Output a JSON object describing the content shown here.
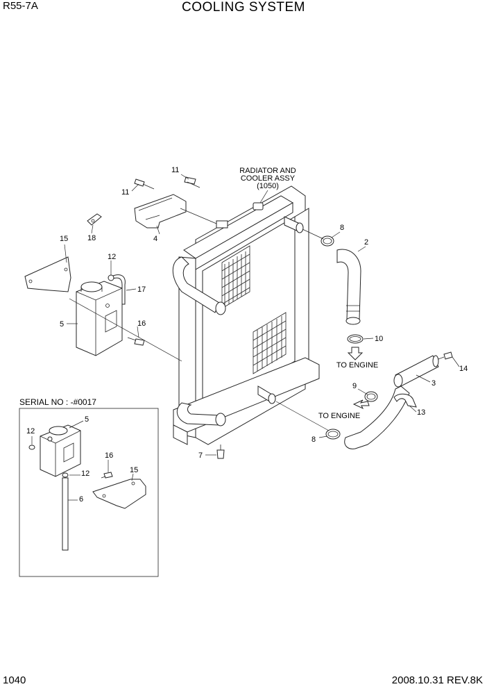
{
  "header": {
    "model": "R55-7A",
    "title": "COOLING SYSTEM"
  },
  "footer": {
    "page": "1040",
    "rev": "2008.10.31  REV.8K"
  },
  "notes": {
    "radiator": [
      "RADIATOR AND",
      "COOLER ASSY",
      "(1050)"
    ],
    "to_engine_1": "TO ENGINE",
    "to_engine_2": "TO ENGINE",
    "serial": "SERIAL NO : -#0017"
  },
  "callouts": {
    "c11a": "11",
    "c11b": "11",
    "c18": "18",
    "c4": "4",
    "c15": "15",
    "c12": "12",
    "c17": "17",
    "c5": "5",
    "c16": "16",
    "c8a": "8",
    "c2": "2",
    "c10": "10",
    "c14": "14",
    "c3": "3",
    "c9": "9",
    "c13": "13",
    "c8b": "8",
    "c7": "7",
    "i5": "5",
    "i12a": "12",
    "i16": "16",
    "i15": "15",
    "i12b": "12",
    "i6": "6"
  },
  "icons": [
    "radiator-assembly",
    "reservoir-tank",
    "hose",
    "clamp",
    "bolt",
    "bracket",
    "arrow"
  ]
}
